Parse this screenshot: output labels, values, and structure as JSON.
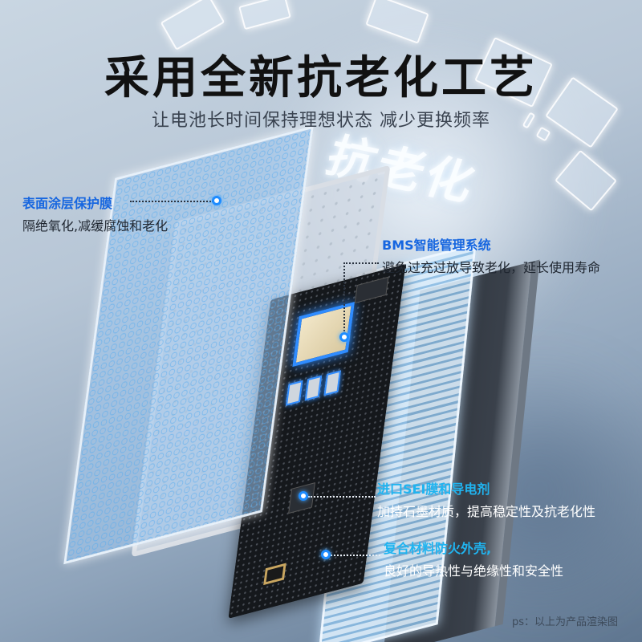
{
  "header": {
    "title": "采用全新抗老化工艺",
    "subtitle": "让电池长时间保持理想状态 减少更换频率"
  },
  "background": {
    "glow_text": "抗老化"
  },
  "callouts": [
    {
      "heading": "表面涂层保护膜",
      "description": "隔绝氧化,减缓腐蚀和老化",
      "heading_color": "#1666e0"
    },
    {
      "heading": "BMS智能管理系统",
      "description": "避免过充过放导致老化，延长使用寿命",
      "heading_color": "#1666e0"
    },
    {
      "heading": "进口SEI膜和导电剂",
      "description": "加持石墨材质，提高稳定性及抗老化性",
      "heading_color": "#20b4f0"
    },
    {
      "heading": "复合材料防火外壳,",
      "description": "良好的导热性与绝缘性和安全性",
      "heading_color": "#20b4f0"
    }
  ],
  "footnote": "ps：以上为产品渲染图",
  "colors": {
    "accent_blue": "#1666e0",
    "accent_cyan": "#20b4f0",
    "node_ring": "#1e8cff",
    "title_text": "#111111"
  }
}
